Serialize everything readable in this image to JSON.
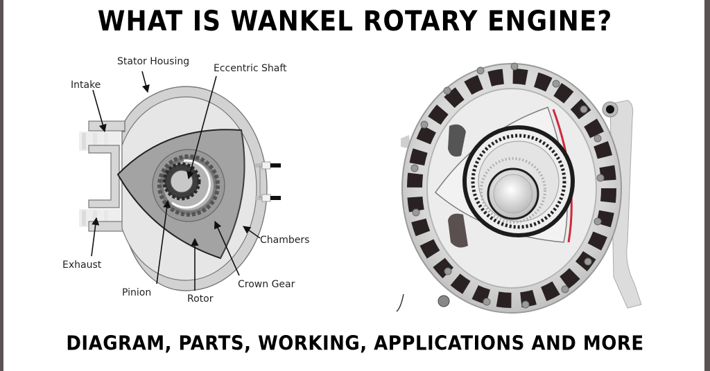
{
  "title": "WHAT IS WANKEL ROTARY ENGINE?",
  "subtitle": "DIAGRAM, PARTS, WORKING, APPLICATIONS AND MORE",
  "diagram": {
    "labels": {
      "stator_housing": "Stator Housing",
      "eccentric_shaft": "Eccentric Shaft",
      "intake": "Intake",
      "exhaust": "Exhaust",
      "chambers": "Chambers",
      "crown_gear": "Crown Gear",
      "pinion": "Pinion",
      "rotor": "Rotor"
    }
  },
  "photo": {
    "description": "Wankel rotary engine cutaway photograph",
    "accent_color": "#d0283a"
  },
  "colors": {
    "frame": "#5a5354",
    "housing": "#cfcfcf",
    "chamber": "#e2e2e2",
    "rotor": "#9e9e9e",
    "gear_dark": "#444444"
  }
}
